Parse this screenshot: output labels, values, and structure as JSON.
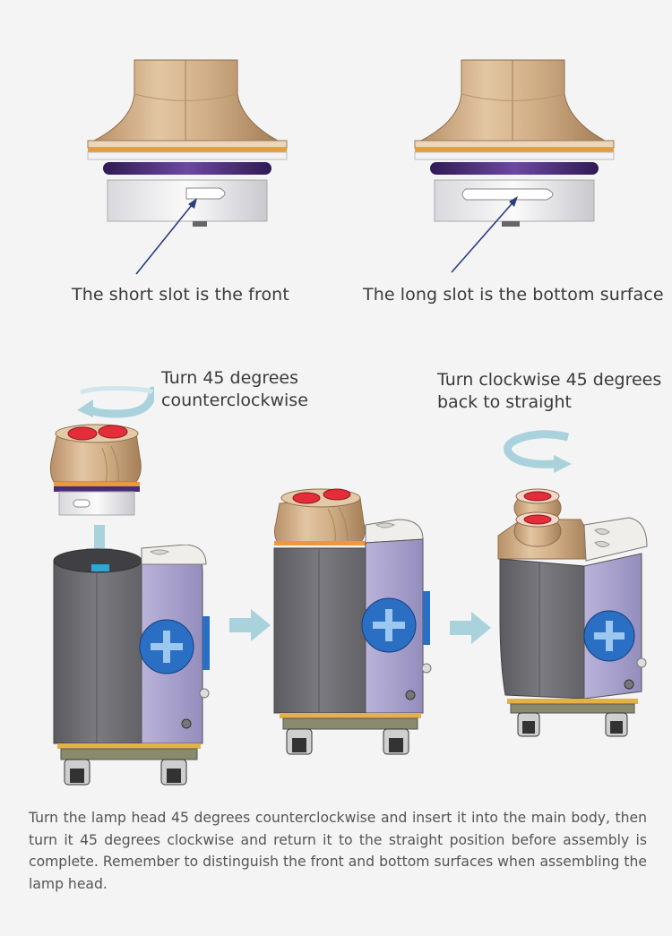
{
  "colors": {
    "background": "#f4f4f4",
    "copper": "#d8b893",
    "copper_dark": "#a8855f",
    "orange_ring": "#e89a3c",
    "purple_ring": "#4b2a7a",
    "housing_gray": "#6f6f74",
    "side_panel": "#a9a2cc",
    "knob_blue": "#2a6fc4",
    "lens_red": "#e52d3a",
    "arrow_teal": "#a9d2dc",
    "pointer_navy": "#2b3d7e"
  },
  "slot_views": [
    {
      "caption": "The short slot is the front",
      "slot": "short"
    },
    {
      "caption": "The long slot is the bottom surface",
      "slot": "long"
    }
  ],
  "steps": [
    {
      "caption": "Turn 45 degrees\ncounterclockwise",
      "rotation": "counterclockwise"
    },
    {
      "caption": "",
      "rotation": "none"
    },
    {
      "caption": "Turn clockwise 45 degrees\nback to straight",
      "rotation": "clockwise"
    }
  ],
  "icons": {
    "flow_arrow": "right-arrow-icon",
    "insert_arrow": "down-arrow-icon",
    "rotate_ccw": "rotate-counterclockwise-icon",
    "rotate_cw": "rotate-clockwise-icon"
  },
  "description": "Turn the lamp head 45 degrees counterclockwise and insert it into the main body, then turn it 45 degrees clockwise and return it to the straight position before assembly is com­plete. Remember to distinguish the front and bottom surfaces when assembling the lamp head."
}
